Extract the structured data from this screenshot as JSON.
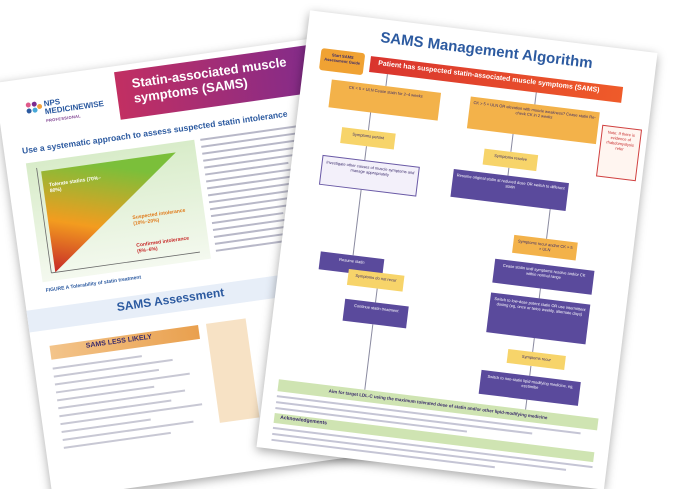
{
  "back_sheet": {
    "logo_line1": "NPS",
    "logo_line2": "MEDICINEWISE",
    "logo_sub": "PROFESSIONAL",
    "title": "Statin-associated muscle symptoms (SAMS)",
    "heading": "Use a systematic approach to assess suspected statin intolerance",
    "tag_tolerate": "Tolerate statins (70%–80%)",
    "tag_suspected": "Suspected intolerance (10%–20%)",
    "tag_confirmed": "Confirmed intolerance (5%–6%)",
    "figure_caption": "FIGURE A Tolerability of statin treatment",
    "section_title": "SAMS Assessment",
    "column_heading": "SAMS LESS LIKELY"
  },
  "front_sheet": {
    "title": "SAMS Management Algorithm",
    "start_label": "Start SAMS Assessment Guide",
    "patient_banner": "Patient has suspected statin-associated muscle symptoms (SAMS)",
    "ck_low": "CK < 5 × ULN Cease statin for 2–4 weeks",
    "ck_high": "CK > 5 × ULN OR elevation with muscle weakness? Cease statin Re-check CK in 2 weeks",
    "note": "Note: If there is evidence of rhabdomyolysis refer",
    "symptoms_persist": "Symptoms persist",
    "symptoms_resolve": "Symptoms resolve",
    "investigate": "Investigate other causes of muscle symptoms and manage appropriately",
    "resume": "Resume original statin at reduced dose OR switch to different statin",
    "resume_statin": "Resume statin",
    "ck_recur": "Symptoms recur and/or CK > 5 × ULN",
    "cease": "Cease statin until symptoms resolve and/or CK within normal range",
    "resolved": "Symptoms do not recur",
    "continue": "Continue statin treatment",
    "switch": "Switch to low-dose potent statin OR use intermittent dosing (eg, once or twice weekly, alternate days)",
    "symptoms_recur2": "Symptoms recur",
    "nonstatin": "Switch to non-statin lipid-modifying medicine, eg, ezetimibe",
    "aim": "Aim for target LDL-C using the maximum tolerated dose of statin and/or other lipid-modifying medicine",
    "acknowledgements": "Acknowledgements"
  },
  "colors": {
    "brand_blue": "#2c5aa0",
    "magenta": "#c22f62",
    "purple": "#5a4a9c",
    "orange": "#f3b24a",
    "red": "#d9342e",
    "green": "#cfe4b2"
  }
}
